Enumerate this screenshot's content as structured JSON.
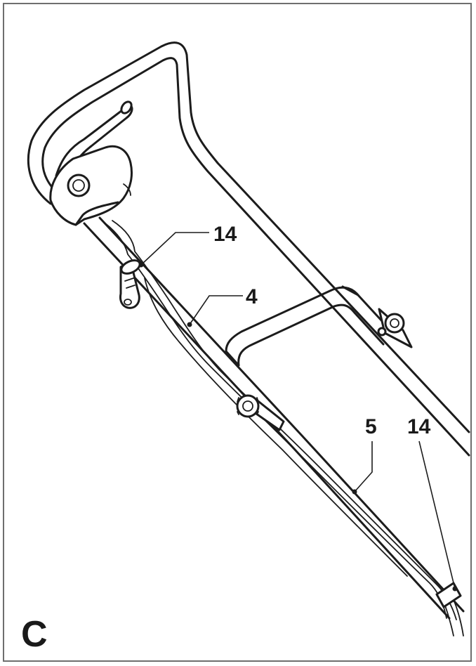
{
  "figure": {
    "panel_letter": "C",
    "callouts": [
      {
        "id": "cable-clip-upper",
        "label": "14"
      },
      {
        "id": "upper-handle",
        "label": "4"
      },
      {
        "id": "lower-handle",
        "label": "5"
      },
      {
        "id": "cable-clip-lower",
        "label": "14"
      }
    ]
  }
}
